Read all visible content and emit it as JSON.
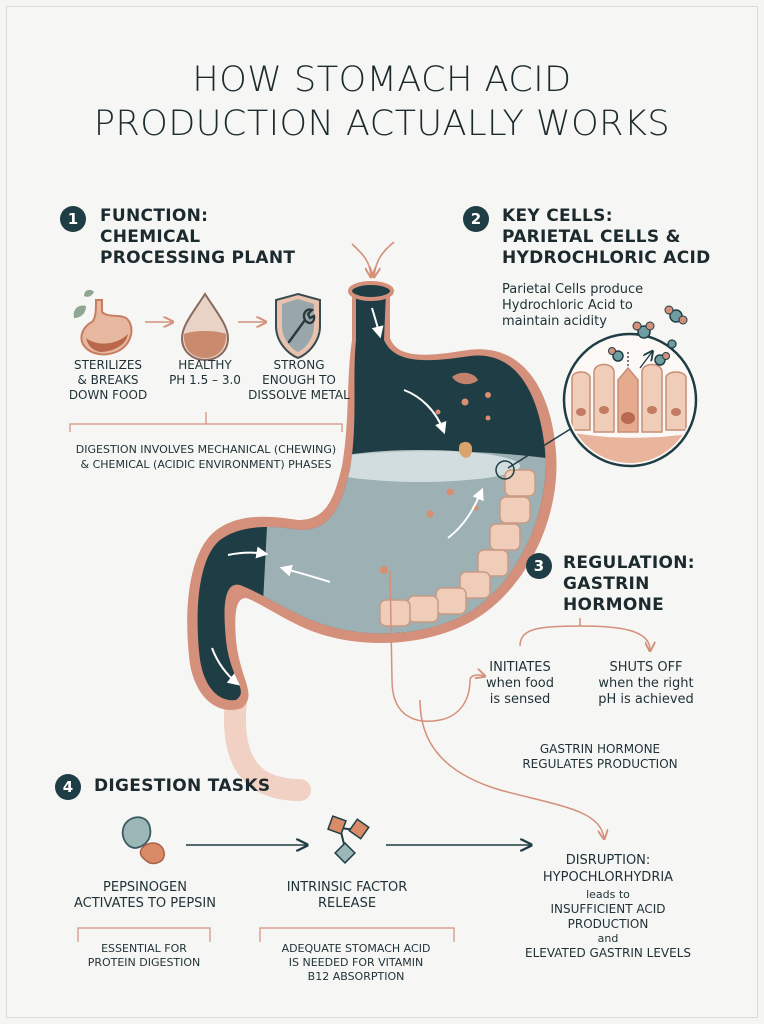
{
  "title": [
    "HOW STOMACH ACID",
    "PRODUCTION ACTUALLY WORKS"
  ],
  "colors": {
    "dark_teal": "#1f3d44",
    "salmon": "#d4907a",
    "light_salmon": "#eec2ae",
    "cell": "#f0cdb8",
    "fluid": "#c8d8da"
  },
  "section1": {
    "number": "1",
    "heading": [
      "FUNCTION:",
      "CHEMICAL",
      "PROCESSING PLANT"
    ],
    "items": [
      {
        "icon": "stomach-icon",
        "label": [
          "STERILIZES",
          "& BREAKS",
          "DOWN FOOD"
        ]
      },
      {
        "icon": "droplet-icon",
        "label": [
          "HEALTHY",
          "PH 1.5 – 3.0"
        ]
      },
      {
        "icon": "shield-wrench-icon",
        "label": [
          "STRONG",
          "ENOUGH TO",
          "DISSOLVE METAL"
        ]
      }
    ],
    "note": [
      "DIGESTION INVOLVES MECHANICAL (CHEWING)",
      "& CHEMICAL (ACIDIC ENVIRONMENT) PHASES"
    ]
  },
  "section2": {
    "number": "2",
    "heading": [
      "KEY CELLS:",
      "PARIETAL CELLS &",
      "HYDROCHLORIC ACID"
    ],
    "text": [
      "Parietal Cells produce",
      "Hydrochloric Acid to",
      "maintain acidity"
    ]
  },
  "section3": {
    "number": "3",
    "heading": [
      "REGULATION:",
      "GASTRIN",
      "HORMONE"
    ],
    "left": {
      "title": "INITIATES",
      "lines": [
        "when food",
        "is sensed"
      ]
    },
    "right": {
      "title": "SHUTS OFF",
      "lines": [
        "when the right",
        "pH is achieved"
      ]
    },
    "footer": [
      "GASTRIN HORMONE",
      "REGULATES PRODUCTION"
    ]
  },
  "section4": {
    "number": "4",
    "heading": "DIGESTION TASKS",
    "item1": {
      "label": [
        "PEPSINOGEN",
        "ACTIVATES TO PEPSIN"
      ],
      "note": [
        "ESSENTIAL FOR",
        "PROTEIN DIGESTION"
      ]
    },
    "item2": {
      "label": [
        "INTRINSIC FACTOR",
        "RELEASE"
      ],
      "note": [
        "ADEQUATE STOMACH ACID",
        "IS NEEDED FOR VITAMIN",
        "B12 ABSORPTION"
      ]
    }
  },
  "disruption": {
    "title": [
      "DISRUPTION:",
      "HYPOCHLORHYDRIA"
    ],
    "leads": "leads to",
    "result1": [
      "INSUFFICIENT ACID",
      "PRODUCTION"
    ],
    "and": "and",
    "result2": "ELEVATED GASTRIN LEVELS"
  }
}
